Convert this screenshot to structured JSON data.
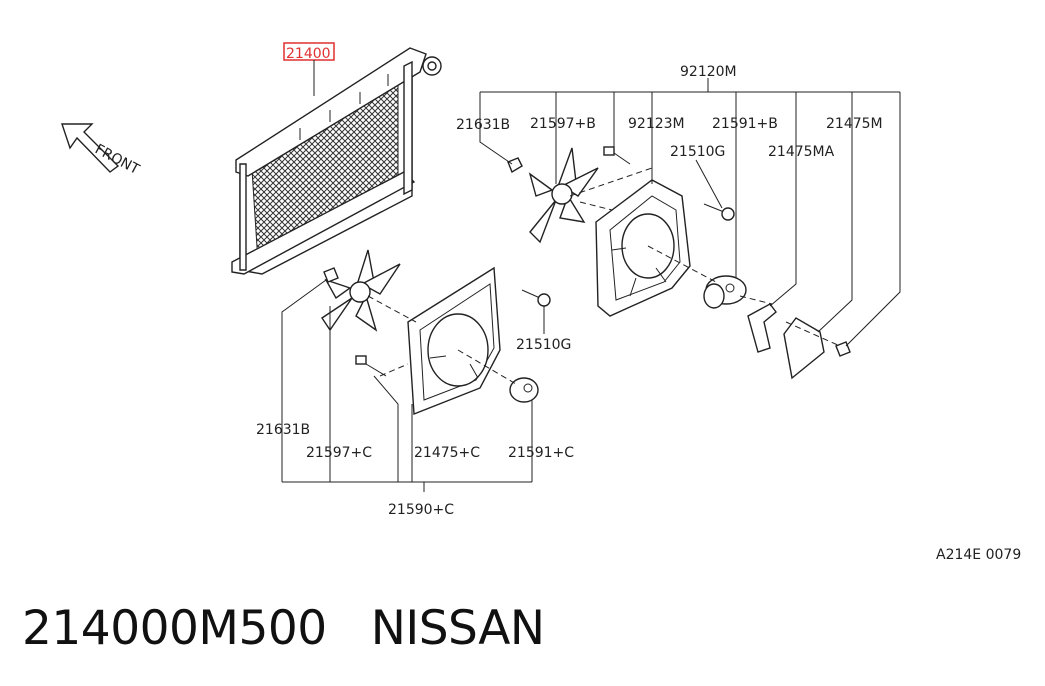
{
  "diagram": {
    "highlighted_part": "21400",
    "highlight_color": "#e03030",
    "front_label": "FRONT",
    "labels": {
      "l_92120M": "92120M",
      "l_21631B_top": "21631B",
      "l_21597B": "21597+B",
      "l_92123M": "92123M",
      "l_21591B": "21591+B",
      "l_21475M": "21475M",
      "l_21510G_top": "21510G",
      "l_21475MA": "21475MA",
      "l_21510G_bot": "21510G",
      "l_21631B_bot": "21631B",
      "l_21597C": "21597+C",
      "l_21475C": "21475+C",
      "l_21591C": "21591+C",
      "l_21590C": "21590+C"
    },
    "figure_code": "A214E 0079"
  },
  "footer": {
    "part_number": "214000M500",
    "brand": "NISSAN"
  }
}
